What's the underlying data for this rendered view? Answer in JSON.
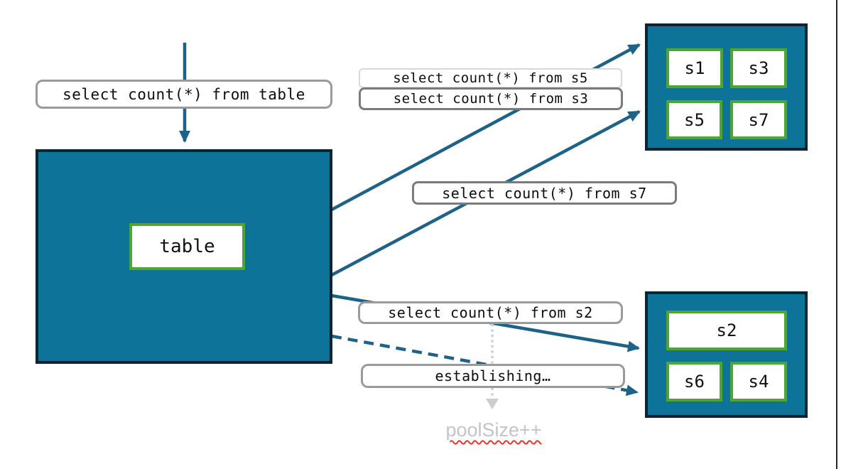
{
  "colors": {
    "teal_fill": "#0e7399",
    "dark_border": "#0c2433",
    "green_border": "#4ca631",
    "arrow": "#1e6387",
    "label_border_gray": "#9a9a9a",
    "label_border_dark_gray": "#7b7b7b",
    "label_border_light_gray": "#d8d8d8",
    "muted_gray": "#c4c4c4",
    "dotted_gray": "#cdcdcd",
    "squiggle_red": "#e8352a",
    "edge_line": "#262626"
  },
  "main_table": {
    "label": "table"
  },
  "queries": {
    "from_table": "select count(*) from table",
    "from_s5": "select count(*) from s5",
    "from_s3": "select count(*) from s3",
    "from_s7": "select count(*) from s7",
    "from_s2": "select count(*) from s2",
    "establishing": "establishing…"
  },
  "pool": {
    "pool_size_label": "poolSize++"
  },
  "shard_groups": {
    "top": {
      "shards": [
        "s1",
        "s3",
        "s5",
        "s7"
      ]
    },
    "bottom": {
      "wide_shard": "s2",
      "shards": [
        "s6",
        "s4"
      ]
    }
  }
}
